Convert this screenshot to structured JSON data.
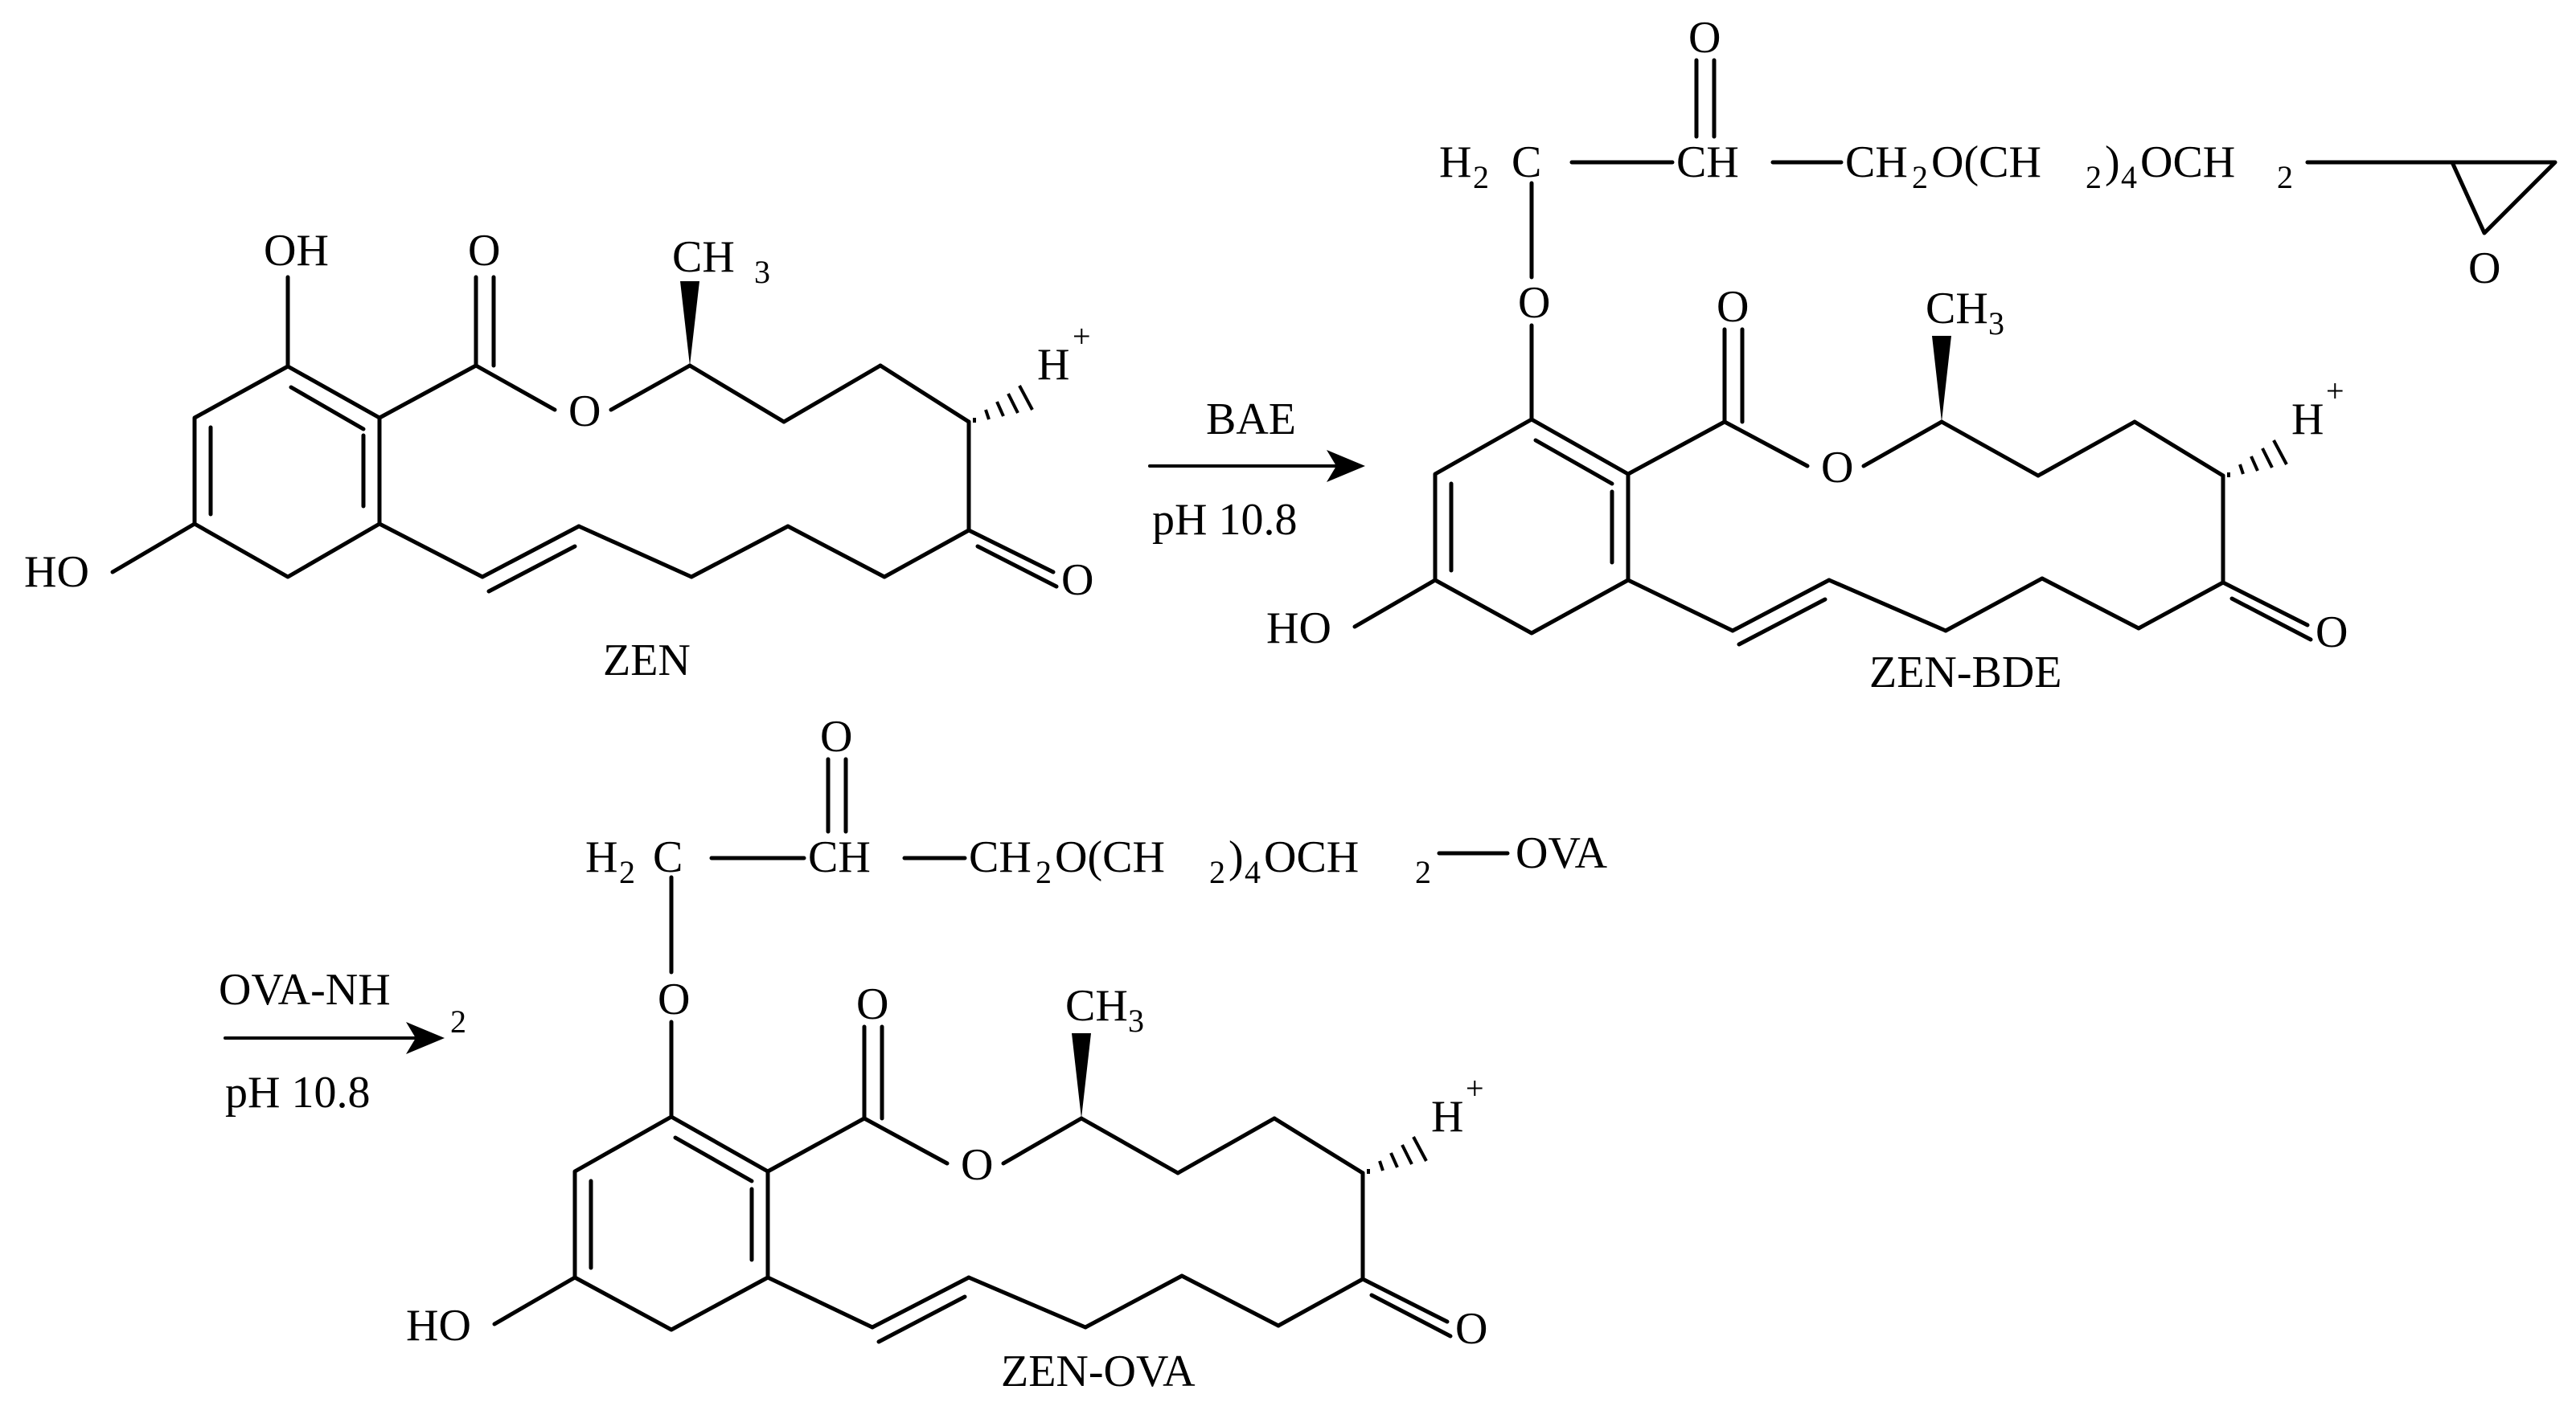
{
  "molecules": {
    "zen": {
      "name": "ZEN",
      "atoms": {
        "oh_top": "OH",
        "ho_left": "HO",
        "ring_o": "O",
        "carbonyl_o": "O",
        "ketone_o": "O",
        "methyl_c": "CH",
        "methyl_sub": "3",
        "h": "H",
        "h_sup": "+"
      }
    },
    "zen_bde": {
      "name": "ZEN-BDE",
      "atoms": {
        "ho_left": "HO",
        "ether_o": "O",
        "ring_o": "O",
        "carbonyl_o": "O",
        "ketone_o": "O",
        "methyl_c": "CH",
        "methyl_sub": "3",
        "h": "H",
        "h_sup": "+",
        "epoxide_o": "O",
        "chain_top_o": "O"
      },
      "chain": {
        "h2c_h": "H",
        "h2c_sub": "2",
        "h2c_c": "C",
        "ch": "CH",
        "ch2o_c": "CH",
        "ch2o_sub": "2",
        "ch2o_o": "O(CH",
        "paren_sub": "2",
        "paren_close": ")",
        "n_sub": "4",
        "och": "OCH",
        "och_sub": "2"
      }
    },
    "zen_ova": {
      "name": "ZEN-OVA",
      "atoms": {
        "ho_left": "HO",
        "ether_o": "O",
        "ring_o": "O",
        "carbonyl_o": "O",
        "ketone_o": "O",
        "methyl_c": "CH",
        "methyl_sub": "3",
        "h": "H",
        "h_sup": "+",
        "chain_top_o": "O"
      },
      "chain": {
        "h2c_h": "H",
        "h2c_sub": "2",
        "h2c_c": "C",
        "ch": "CH",
        "ch2o_c": "CH",
        "ch2o_sub": "2",
        "ch2o_o": "O(CH",
        "paren_sub": "2",
        "paren_close": ")",
        "n_sub": "4",
        "och": "OCH",
        "och_sub": "2",
        "ova": "OVA"
      }
    }
  },
  "arrows": {
    "step1": {
      "reagent": "BAE",
      "condition": "pH 10.8"
    },
    "step2": {
      "reagent": "OVA-NH",
      "reagent_sub": "2",
      "condition": "pH 10.8"
    }
  }
}
